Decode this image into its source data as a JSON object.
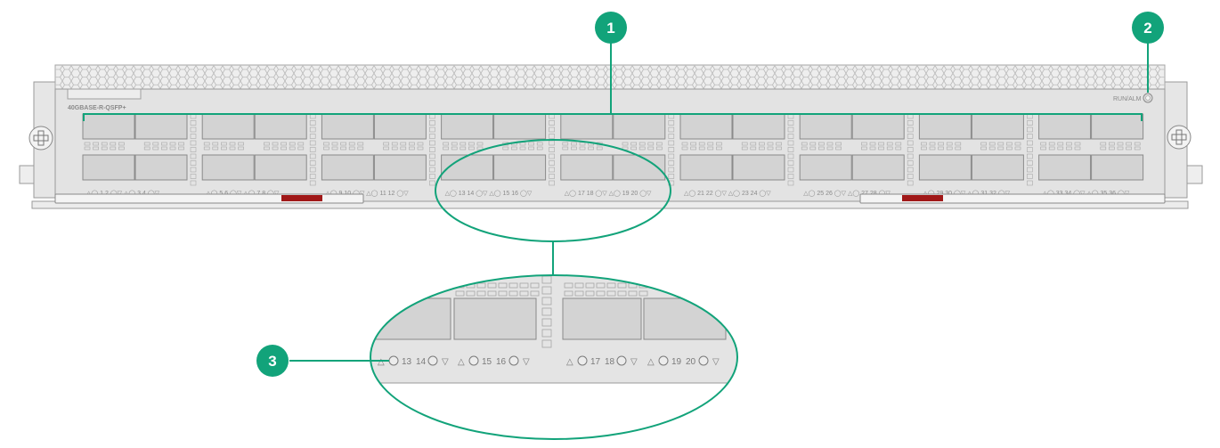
{
  "panel": {
    "model_label": "40GBASE-R-QSFP+",
    "status_label": "RUN/ALM",
    "cage_groups": 9,
    "port_labels": [
      "△◯ 1  2 ◯▽ △◯ 3  4 ◯▽",
      "△◯ 5  6 ◯▽ △◯ 7  8 ◯▽",
      "△◯ 9 10 ◯▽ △◯ 11 12 ◯▽",
      "△◯ 13 14 ◯▽ △◯ 15 16 ◯▽",
      "△◯ 17 18 ◯▽ △◯ 19 20 ◯▽",
      "△◯ 21 22 ◯▽ △◯ 23 24 ◯▽",
      "△◯ 25 26 ◯▽ △◯ 27 28 ◯▽",
      "△◯ 29 30 ◯▽ △◯ 31 32 ◯▽",
      "△◯ 33 34 ◯▽ △◯ 35 36 ◯▽"
    ]
  },
  "zoom": {
    "labels_left": [
      "13",
      "14",
      "15",
      "16"
    ],
    "labels_right": [
      "17",
      "18",
      "19",
      "20"
    ]
  },
  "callouts": [
    {
      "number": "1"
    },
    {
      "number": "2"
    },
    {
      "number": "3"
    }
  ],
  "colors": {
    "accent": "#12a37a",
    "panel_fill": "#e3e3e3",
    "port_fill": "#d2d2d2",
    "handle_red": "#a01818"
  }
}
